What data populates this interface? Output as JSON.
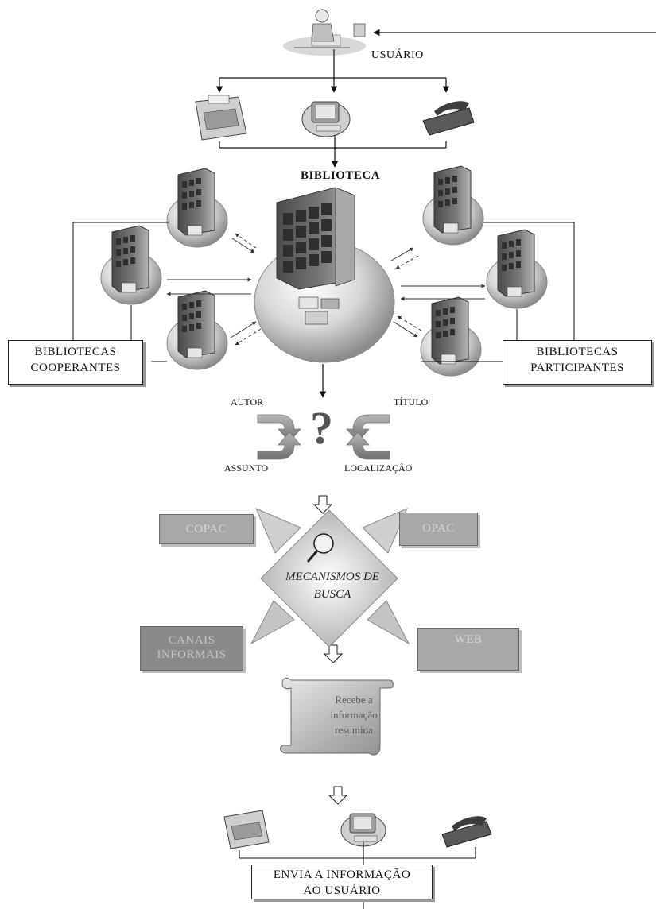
{
  "user": {
    "label": "USUÁRIO"
  },
  "library": {
    "label": "BIBLIOTECA"
  },
  "cooperating": {
    "line1": "BIBLIOTECAS",
    "line2": "COOPERANTES"
  },
  "participating": {
    "line1": "BIBLIOTECAS",
    "line2": "PARTICIPANTES"
  },
  "search_terms": {
    "author": "AUTOR",
    "title": "TÍTULO",
    "subject": "ASSUNTO",
    "location": "LOCALIZAÇÃO",
    "question": "?"
  },
  "sources": {
    "copac": "COPAC",
    "opac": "OPAC",
    "informal_line1": "CANAIS",
    "informal_line2": "INFORMAIS",
    "web": "WEB"
  },
  "search_mechanisms": {
    "line1": "MECANISMOS DE",
    "line2": "BUSCA"
  },
  "summary_scroll": {
    "line1": "Recebe a",
    "line2": "informação",
    "line3": "resumida"
  },
  "send_box": {
    "line1": "ENVIA A INFORMAÇÃO",
    "line2": "AO USUÁRIO"
  },
  "icons": [
    "user-at-desk-icon",
    "fax-icon",
    "computer-icon",
    "telephone-icon",
    "building-icon",
    "magnifier-icon",
    "scroll-icon"
  ]
}
